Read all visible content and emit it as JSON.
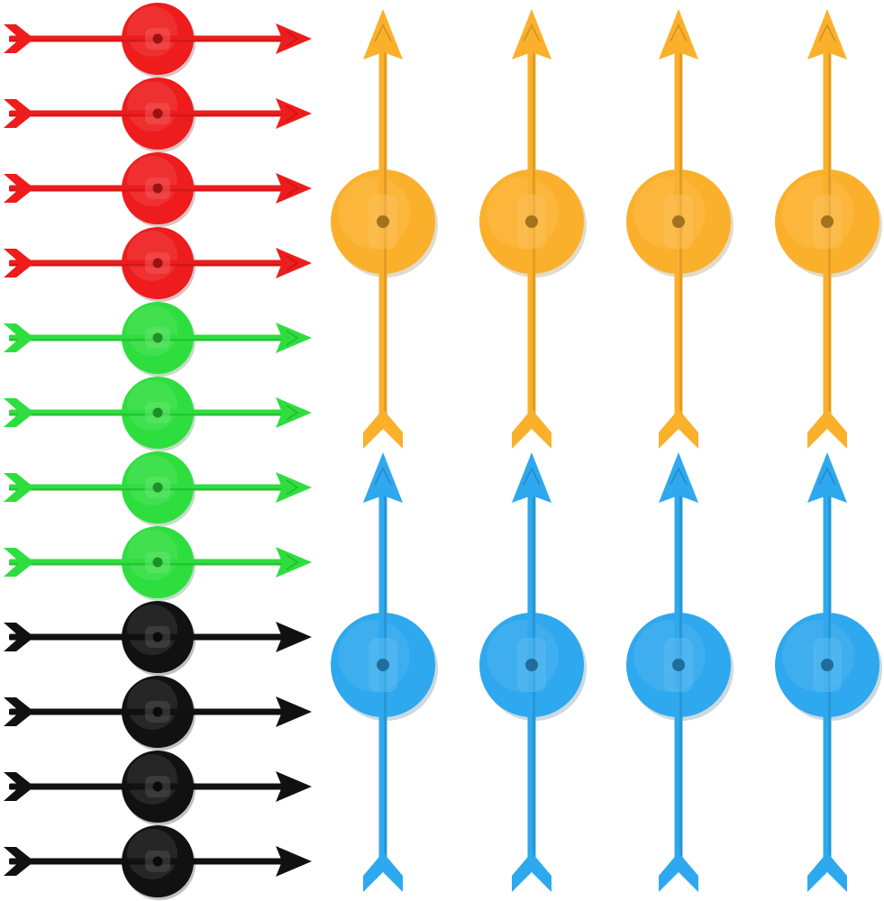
{
  "colors": {
    "background": "#ffffff",
    "red": "#ee1c1c",
    "green": "#2ede3e",
    "black": "#111111",
    "orange": "#fbb02c",
    "blue": "#2ea8ee"
  },
  "horizontal_spinners": {
    "orientation": "horizontal",
    "rows": [
      {
        "color": "red"
      },
      {
        "color": "red"
      },
      {
        "color": "red"
      },
      {
        "color": "red"
      },
      {
        "color": "green"
      },
      {
        "color": "green"
      },
      {
        "color": "green"
      },
      {
        "color": "green"
      },
      {
        "color": "black"
      },
      {
        "color": "black"
      },
      {
        "color": "black"
      },
      {
        "color": "black"
      }
    ]
  },
  "vertical_spinners": {
    "orientation": "vertical",
    "groups": [
      {
        "color": "orange",
        "count": 4
      },
      {
        "color": "blue",
        "count": 4
      }
    ]
  },
  "spinner_count_total": 20
}
